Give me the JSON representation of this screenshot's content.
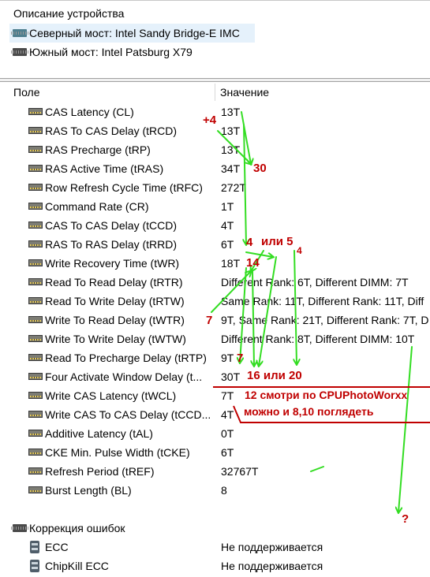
{
  "device": {
    "title": "Описание устройства",
    "items": [
      {
        "label": "Северный мост: Intel Sandy Bridge-E IMC"
      },
      {
        "label": "Южный мост: Intel Patsburg X79"
      }
    ]
  },
  "columns": {
    "field": "Поле",
    "value": "Значение"
  },
  "rows": [
    {
      "field": "CAS Latency (CL)",
      "value": "13T"
    },
    {
      "field": "RAS To CAS Delay (tRCD)",
      "value": "13T"
    },
    {
      "field": "RAS Precharge (tRP)",
      "value": "13T"
    },
    {
      "field": "RAS Active Time (tRAS)",
      "value": "34T"
    },
    {
      "field": "Row Refresh Cycle Time (tRFC)",
      "value": "272T"
    },
    {
      "field": "Command Rate (CR)",
      "value": "1T"
    },
    {
      "field": "CAS To CAS Delay (tCCD)",
      "value": "4T"
    },
    {
      "field": "RAS To RAS Delay (tRRD)",
      "value": "6T"
    },
    {
      "field": "Write Recovery Time (tWR)",
      "value": "18T"
    },
    {
      "field": "Read To Read Delay (tRTR)",
      "value": "Different Rank: 6T, Different DIMM: 7T"
    },
    {
      "field": "Read To Write Delay (tRTW)",
      "value": "Same Rank: 11T, Different Rank: 11T, Diff"
    },
    {
      "field": "Write To Read Delay (tWTR)",
      "value": "9T, Same Rank: 21T, Different Rank: 7T, D"
    },
    {
      "field": "Write To Write Delay (tWTW)",
      "value": "Different Rank: 8T, Different DIMM: 10T"
    },
    {
      "field": "Read To Precharge Delay (tRTP)",
      "value": "9T"
    },
    {
      "field": "Four Activate Window Delay (t...",
      "value": "30T"
    },
    {
      "field": "Write CAS Latency (tWCL)",
      "value": "7T"
    },
    {
      "field": "Write CAS To CAS Delay (tCCD...",
      "value": "4T"
    },
    {
      "field": "Additive Latency (tAL)",
      "value": "0T"
    },
    {
      "field": "CKE Min. Pulse Width (tCKE)",
      "value": "6T"
    },
    {
      "field": "Refresh Period (tREF)",
      "value": "32767T"
    },
    {
      "field": "Burst Length (BL)",
      "value": "8"
    }
  ],
  "ecc": {
    "title": "Коррекция ошибок",
    "items": [
      {
        "field": "ECC",
        "value": "Не поддерживается"
      },
      {
        "field": "ChipKill ECC",
        "value": "Не поддерживается"
      }
    ]
  },
  "annotations": {
    "plus4": "+4",
    "a30": "30",
    "a4": "4",
    "ili5": "или 5",
    "a4b": "4",
    "a14": "14",
    "a7": "7",
    "a7b": "7",
    "a16ili20": "16 или 20",
    "a12": "12 смотри по CPUPhotoWorxx",
    "a810": "можно и 8,10 поглядеть",
    "q": "?"
  },
  "colors": {
    "selection": "#e5f1fb",
    "annotation_red": "#c00000",
    "arrow_green": "#33dd22"
  }
}
